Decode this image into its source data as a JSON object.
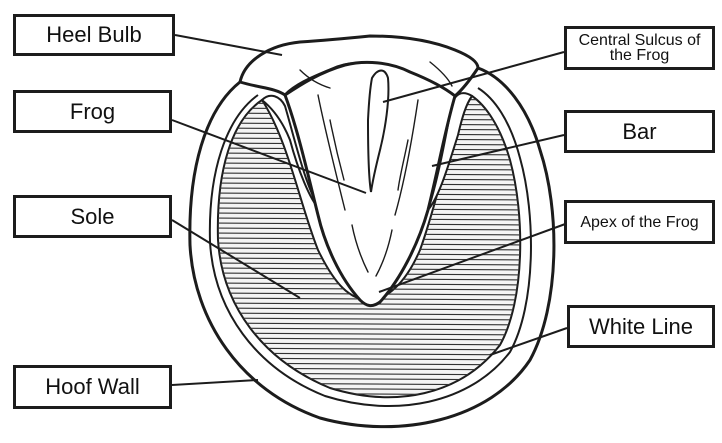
{
  "diagram": {
    "labels": {
      "heel_bulb": "Heel Bulb",
      "frog": "Frog",
      "sole": "Sole",
      "hoof_wall": "Hoof Wall",
      "central_sulcus": "Central Sulcus of the Frog",
      "bar": "Bar",
      "apex_of_frog": "Apex of the Frog",
      "white_line": "White Line"
    },
    "colors": {
      "ink": "#1c1c1c",
      "background": "#ffffff",
      "sole_fill": "#f4f4f4"
    }
  }
}
